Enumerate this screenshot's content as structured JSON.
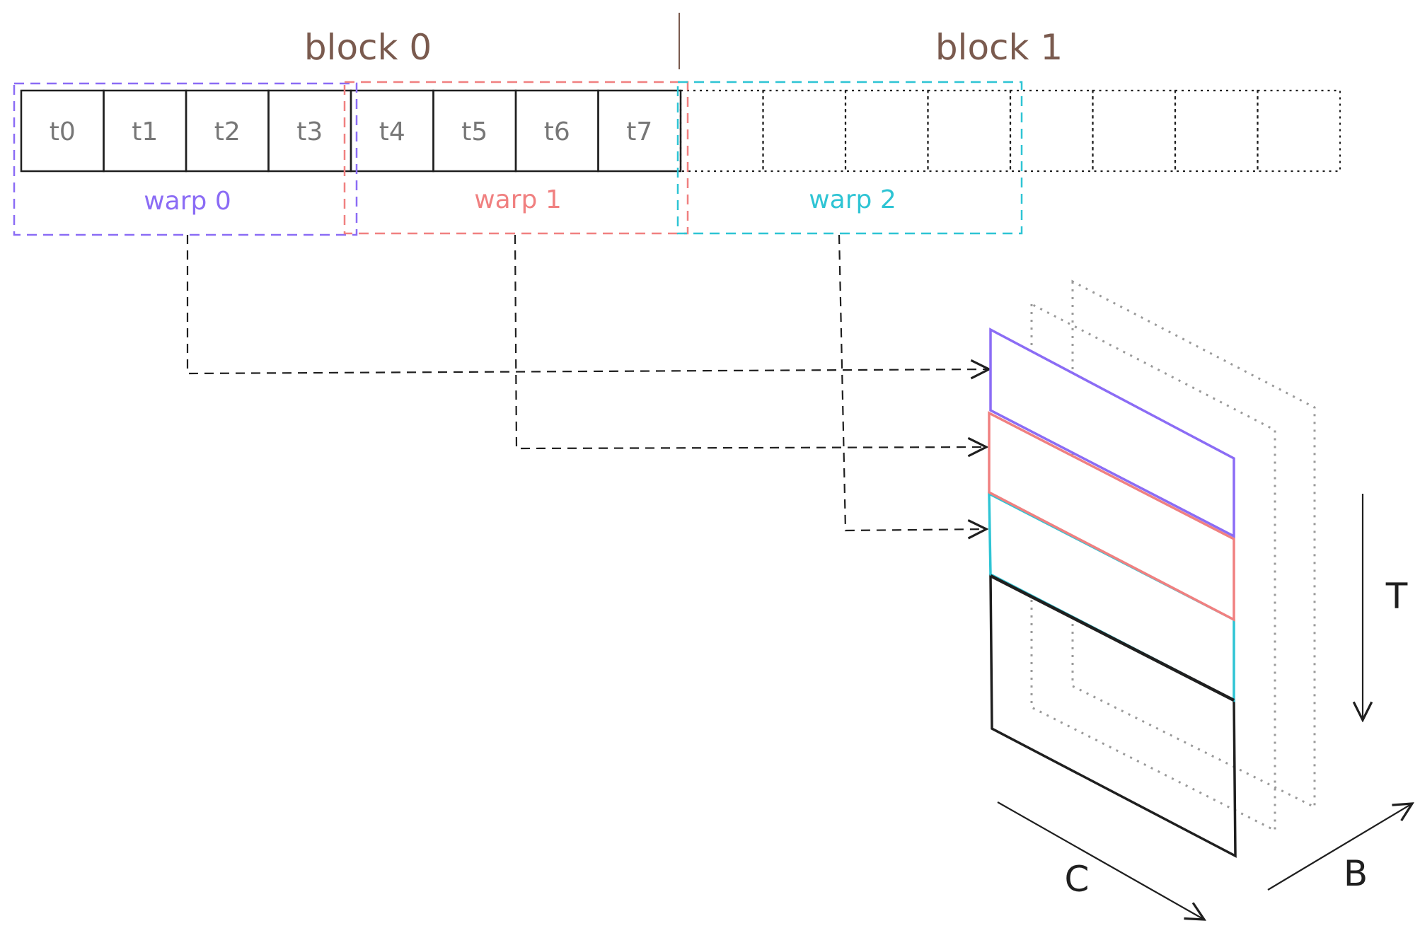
{
  "blocks": [
    {
      "label": "block 0"
    },
    {
      "label": "block 1"
    }
  ],
  "threads": [
    "t0",
    "t1",
    "t2",
    "t3",
    "t4",
    "t5",
    "t6",
    "t7"
  ],
  "empty_cells": 8,
  "warps": [
    {
      "label": "warp 0",
      "color": "#8b6cf5"
    },
    {
      "label": "warp 1",
      "color": "#f08080"
    },
    {
      "label": "warp 2",
      "color": "#2ec4d4"
    }
  ],
  "axes": {
    "t": "T",
    "c": "C",
    "b": "B"
  },
  "colors": {
    "block_label": "#7a5a4e",
    "thread_label": "#777777",
    "stroke": "#1f1f1f",
    "ghost": "#9a9a9a"
  }
}
